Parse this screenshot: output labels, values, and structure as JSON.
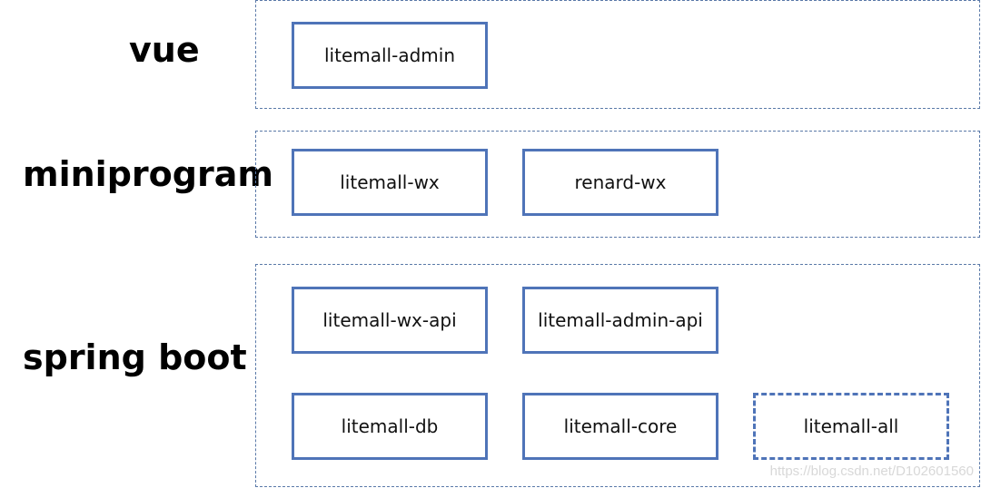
{
  "colors": {
    "module_border": "#4f74b8",
    "layer_border": "#5a79a8",
    "text": "#000000",
    "watermark": "#d8d8d8"
  },
  "layers": {
    "vue": {
      "label": "vue",
      "modules": [
        "litemall-admin"
      ]
    },
    "miniprogram": {
      "label": "miniprogram",
      "modules": [
        "litemall-wx",
        "renard-wx"
      ]
    },
    "spring_boot": {
      "label": "spring boot",
      "modules": [
        "litemall-wx-api",
        "litemall-admin-api",
        "litemall-db",
        "litemall-core",
        "litemall-all"
      ]
    }
  },
  "watermark": "https://blog.csdn.net/D102601560"
}
